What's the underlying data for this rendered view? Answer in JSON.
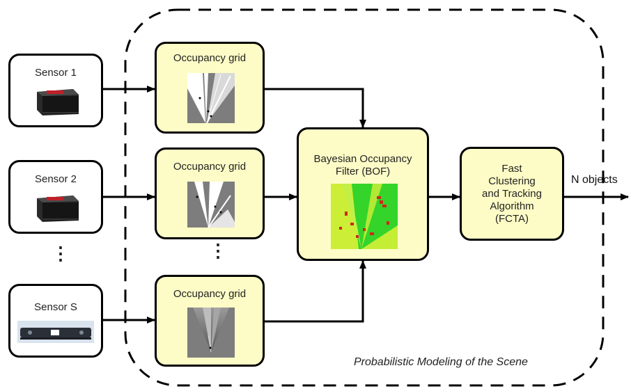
{
  "sensors": [
    {
      "label": "Sensor 1",
      "device": "laser-scanner-icon"
    },
    {
      "label": "Sensor 2",
      "device": "laser-scanner-icon"
    },
    {
      "label": "Sensor S",
      "device": "stereo-camera-icon"
    }
  ],
  "ellipsis": "⋮",
  "occupancy_grids": [
    {
      "label": "Occupancy grid"
    },
    {
      "label": "Occupancy grid"
    },
    {
      "label": "Occupancy grid"
    }
  ],
  "bof": {
    "label_line1": "Bayesian Occupancy",
    "label_line2": "Filter (BOF)"
  },
  "fcta": {
    "line1": "Fast",
    "line2": "Clustering",
    "line3": "and Tracking",
    "line4": "Algorithm",
    "line5": "(FCTA)"
  },
  "output_label": "N objects",
  "region_caption": "Probabilistic Modeling of the Scene",
  "colors": {
    "box_fill": "#fdfcc6",
    "border": "#000000",
    "bof_green": "#34d42a",
    "bof_yellow": "#e8f23a",
    "bof_red": "#cc2a1a"
  }
}
